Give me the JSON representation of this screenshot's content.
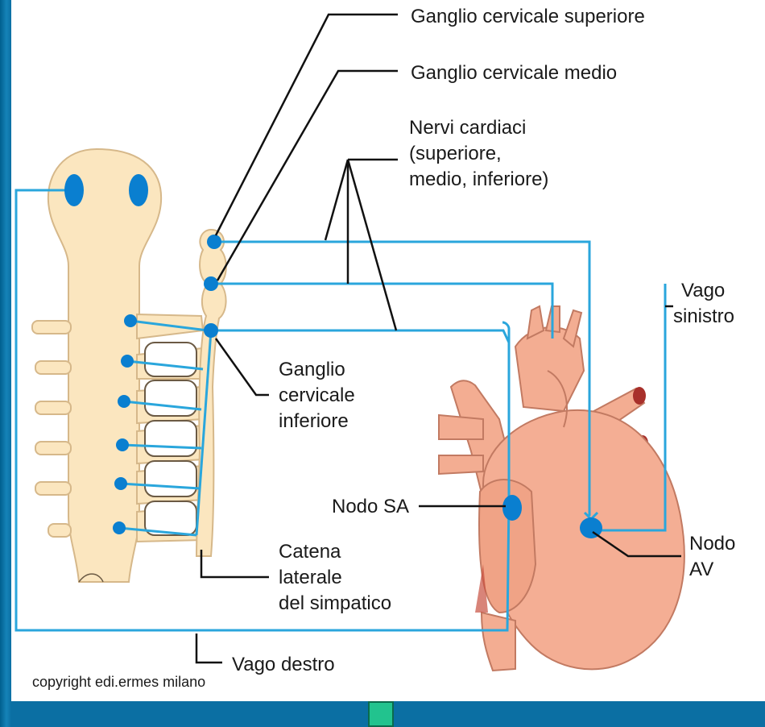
{
  "labels": {
    "ganglio_superiore": "Ganglio cervicale superiore",
    "ganglio_medio": "Ganglio cervicale medio",
    "nervi_cardiaci_1": "Nervi cardiaci",
    "nervi_cardiaci_2": "(superiore,",
    "nervi_cardiaci_3": "medio, inferiore)",
    "vago_sinistro_1": "Vago",
    "vago_sinistro_2": "sinistro",
    "ganglio_inferiore_1": "Ganglio",
    "ganglio_inferiore_2": "cervicale",
    "ganglio_inferiore_3": "inferiore",
    "nodo_sa": "Nodo SA",
    "nodo_av_1": "Nodo",
    "nodo_av_2": "AV",
    "catena_1": "Catena",
    "catena_2": "laterale",
    "catena_3": "del simpatico",
    "vago_destro": "Vago destro"
  },
  "copyright": "copyright edi.ermes milano",
  "colors": {
    "nerve": "#2aa6dc",
    "node": "#0a7fd0",
    "spine": "#fbe6bf",
    "heart": "#f2a98e",
    "background": "#0b6fa3"
  }
}
